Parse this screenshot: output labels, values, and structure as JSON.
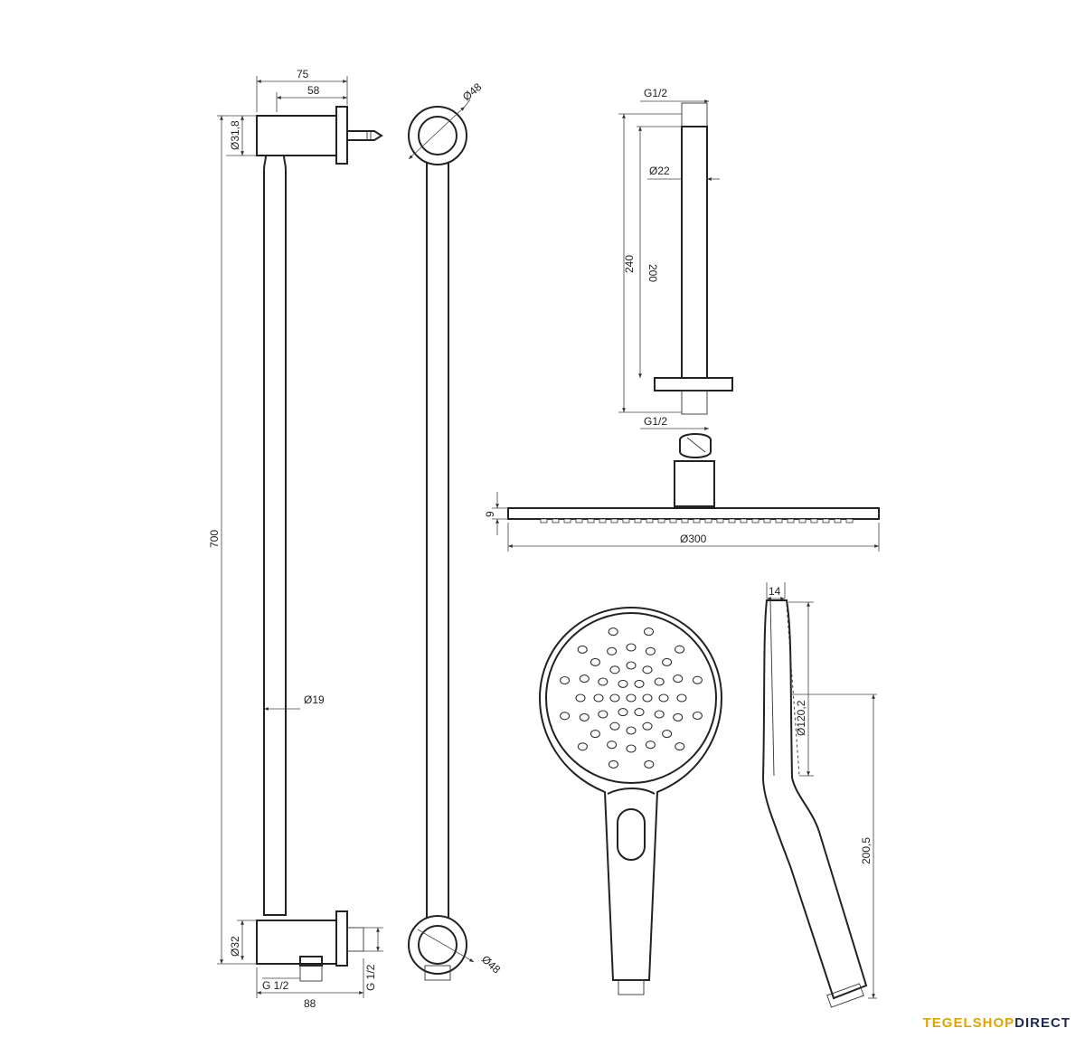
{
  "brand": {
    "part1": "TEGELSHOP",
    "part2": "DIRECT",
    "accent": "#e0a400",
    "dark": "#1d2b52"
  },
  "dims": {
    "d75": "75",
    "d58": "58",
    "d31_8": "Ø31,8",
    "d700": "700",
    "d19": "Ø19",
    "d32": "Ø32",
    "g12_bottom": "G 1/2",
    "d88": "88",
    "g12_side": "G 1/2",
    "d48_top": "Ø48",
    "d48_bottom": "Ø48",
    "g12_arm_top": "G1/2",
    "d22": "Ø22",
    "d200": "200",
    "d240": "240",
    "g12_arm_bottom": "G1/2",
    "d9": "9",
    "d300": "Ø300",
    "d14": "14",
    "d120_2": "Ø120,2",
    "d200_5": "200,5"
  }
}
